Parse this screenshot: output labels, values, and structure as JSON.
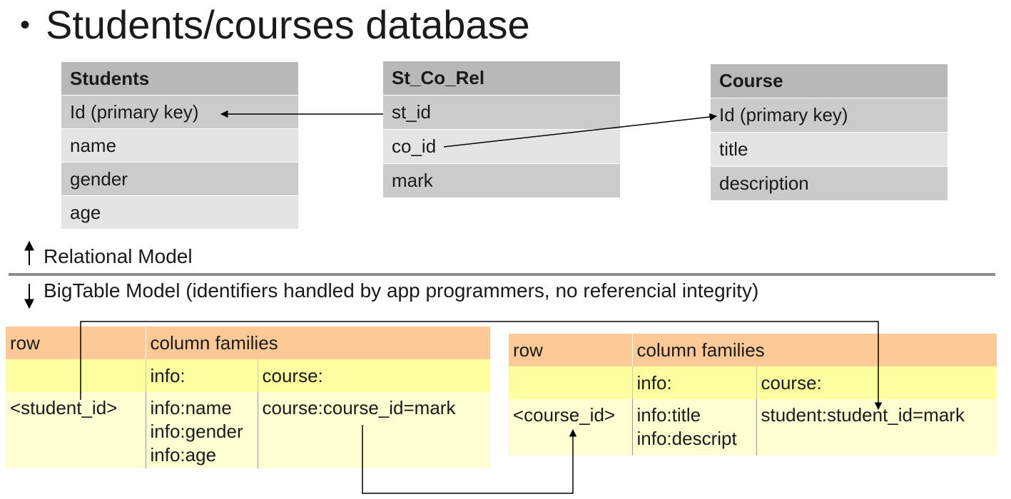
{
  "title": "Students/courses database",
  "bullet": "•",
  "relational": {
    "students": {
      "header": "Students",
      "rows": [
        "Id (primary key)",
        "name",
        "gender",
        "age"
      ]
    },
    "st_co_rel": {
      "header": "St_Co_Rel",
      "rows": [
        "st_id",
        "co_id",
        "mark"
      ]
    },
    "course": {
      "header": "Course",
      "rows": [
        "Id (primary key)",
        "title",
        "description"
      ]
    }
  },
  "labels": {
    "relational_model": "Relational Model",
    "bigtable_model": "BigTable Model (identifiers handled by app programmers, no referencial integrity)"
  },
  "bigtable": {
    "students": {
      "row_header": "row",
      "cf_header": "column families",
      "family_info": "info:",
      "family_course": "course:",
      "row_key": "<student_id>",
      "info_cols": [
        "info:name",
        "info:gender",
        "info:age"
      ],
      "course_col": "course:course_id=mark"
    },
    "courses": {
      "row_header": "row",
      "cf_header": "column families",
      "family_info": "info:",
      "family_course": "course:",
      "row_key": "<course_id>",
      "info_cols": [
        "info:title",
        "info:descript"
      ],
      "student_col": "student:student_id=mark"
    }
  },
  "colors": {
    "header_gray": "#b8b8b8",
    "row_dark": "#cbcbcb",
    "row_light": "#e4e4e4",
    "bt_header": "#fdc996",
    "bt_family": "#fefea0",
    "bt_data": "#fefed2"
  }
}
